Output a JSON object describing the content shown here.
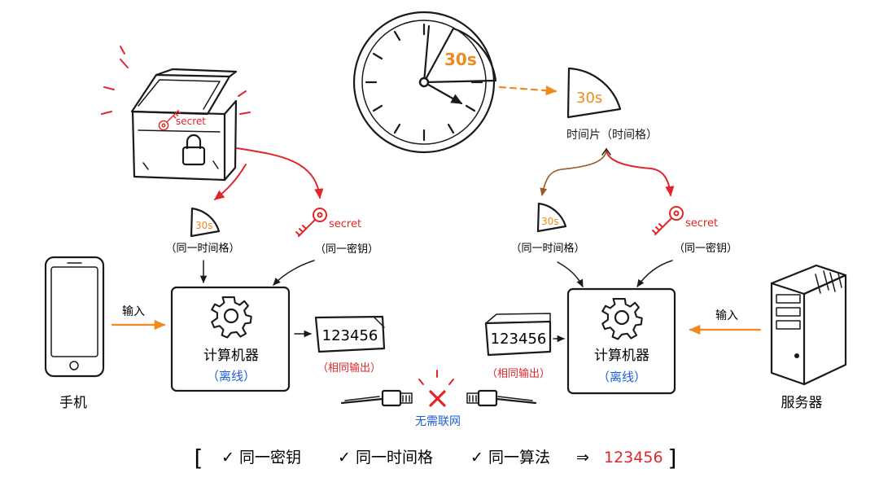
{
  "clock": {
    "slice_label": "30s"
  },
  "time_slice": {
    "badge": "30s",
    "caption": "时间片（时间格）"
  },
  "left": {
    "time_badge": "30s",
    "time_caption": "（同一时间格）",
    "key_label": "secret",
    "key_caption": "（同一密钥）",
    "chest_key_label": "secret",
    "engine_title": "计算机器",
    "engine_sub": "（离线）",
    "output_code": "123456",
    "output_caption": "（相同输出）",
    "input_label": "输入",
    "device_label": "手机"
  },
  "right": {
    "time_badge": "30s",
    "time_caption": "（同一时间格）",
    "key_label": "secret",
    "key_caption": "（同一密钥）",
    "engine_title": "计算机器",
    "engine_sub": "（离线）",
    "output_code": "123456",
    "output_caption": "（相同输出）",
    "input_label": "输入",
    "device_label": "服务器"
  },
  "network": {
    "label": "无需联网"
  },
  "summary": {
    "open": "[",
    "items": [
      "✓ 同一密钥",
      "✓ 同一时间格",
      "✓ 同一算法"
    ],
    "arrow": "⇒",
    "result": "123456",
    "close": "]"
  },
  "colors": {
    "ink": "#1a1a1a",
    "red": "#e0262a",
    "orange": "#f08a1e",
    "blue": "#1f5fd6"
  },
  "icons": [
    "treasure-chest-icon",
    "padlock-icon",
    "key-icon",
    "clock-icon",
    "time-slice-icon",
    "gear-icon",
    "document-icon",
    "phone-icon",
    "server-icon",
    "cable-icon",
    "cross-icon"
  ]
}
